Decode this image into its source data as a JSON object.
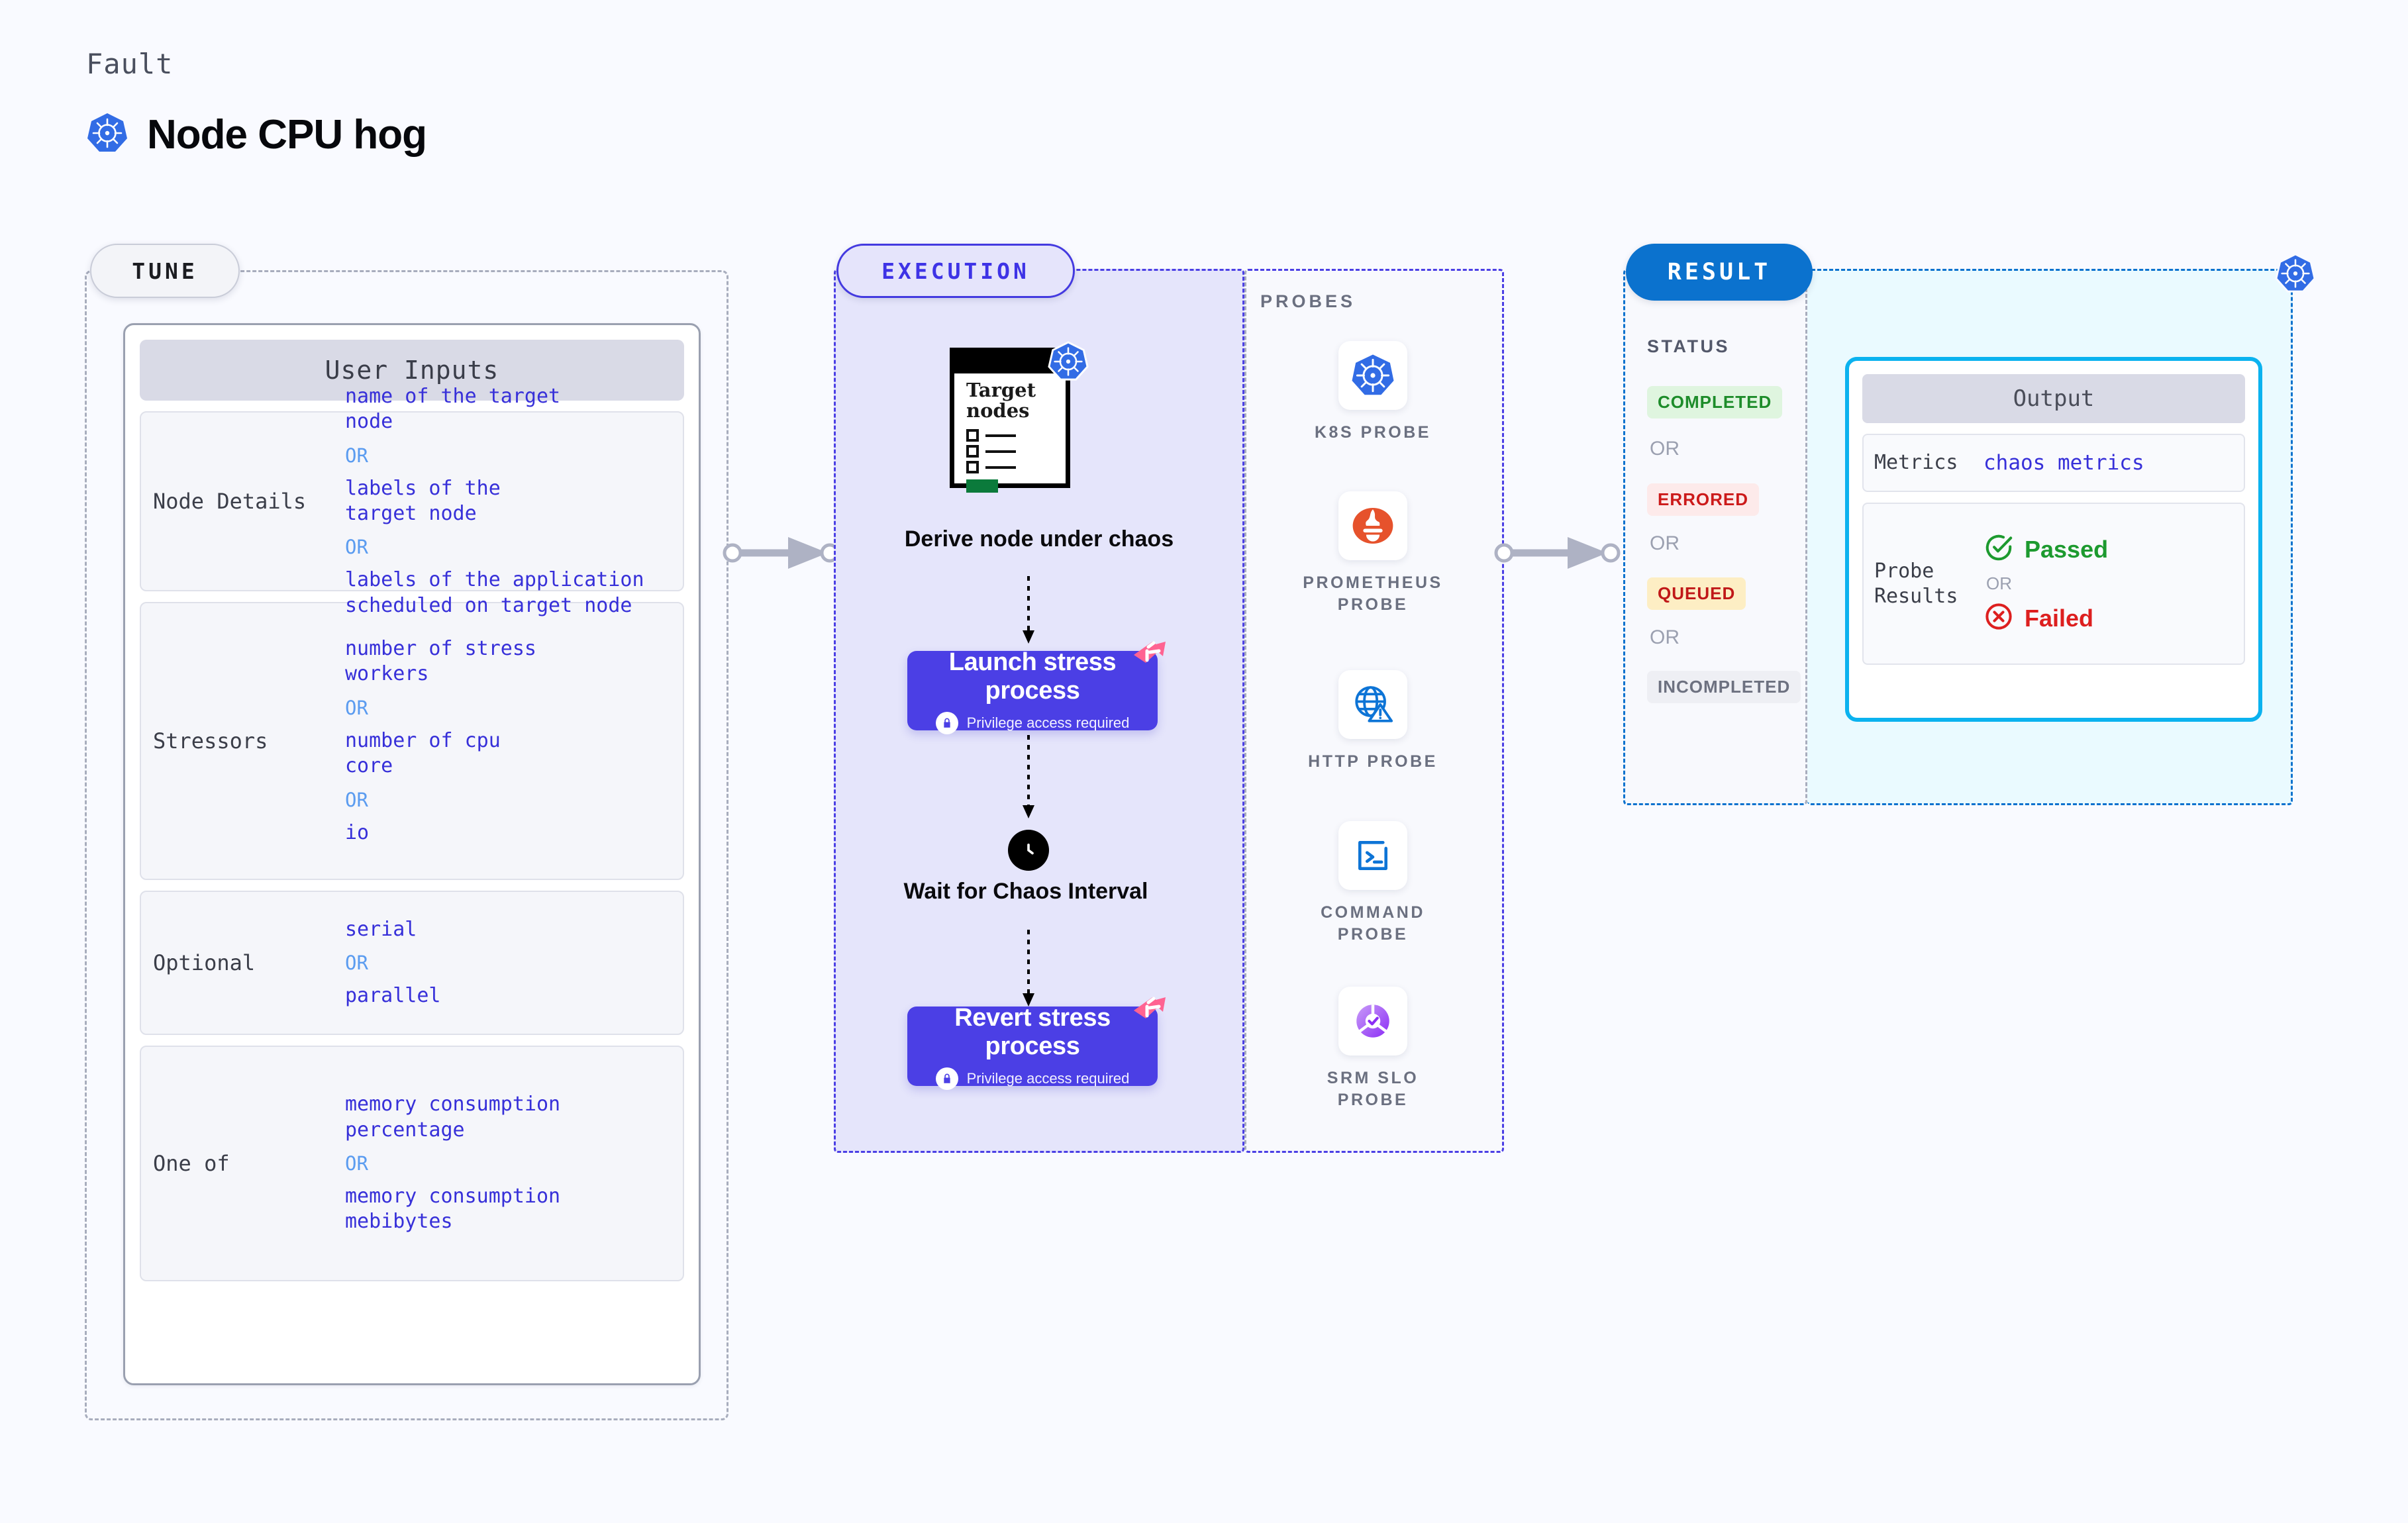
{
  "header": {
    "eyebrow": "Fault",
    "title": "Node CPU hog",
    "icon": "kubernetes-icon"
  },
  "tune": {
    "pill_label": "TUNE",
    "card_title": "User Inputs",
    "rows": [
      {
        "label": "Node Details",
        "values": [
          "name of the target\nnode",
          "OR",
          "labels of the\ntarget node",
          "OR",
          "labels of the application\n scheduled on target node"
        ]
      },
      {
        "label": "Stressors",
        "values": [
          "number of stress\nworkers",
          "OR",
          "number of cpu\ncore",
          "OR",
          "io"
        ]
      },
      {
        "label": "Optional",
        "values": [
          "serial",
          "OR",
          "parallel"
        ]
      },
      {
        "label": "One of",
        "values": [
          "memory consumption\npercentage",
          "OR",
          "memory consumption\nmebibytes"
        ]
      }
    ]
  },
  "execution": {
    "pill_label": "EXECUTION",
    "doc_title": "Target\nnodes",
    "steps": [
      {
        "label": "Derive node under\nchaos",
        "type": "doc"
      },
      {
        "label": "Launch stress\nprocess",
        "sub": "Privilege access required",
        "type": "process"
      },
      {
        "label": "Wait for Chaos\nInterval",
        "type": "clock"
      },
      {
        "label": "Revert stress\nprocess",
        "sub": "Privilege access required",
        "type": "process"
      }
    ]
  },
  "probes": {
    "title": "PROBES",
    "items": [
      {
        "caption": "K8S  PROBE",
        "icon": "kubernetes-icon"
      },
      {
        "caption": "PROMETHEUS\nPROBE",
        "icon": "prometheus-icon"
      },
      {
        "caption": "HTTP  PROBE",
        "icon": "globe-warning-icon"
      },
      {
        "caption": "COMMAND\nPROBE",
        "icon": "terminal-icon"
      },
      {
        "caption": "SRM  SLO\nPROBE",
        "icon": "slo-gauge-icon"
      }
    ]
  },
  "result": {
    "pill_label": "RESULT",
    "status_title": "STATUS",
    "or_label": "OR",
    "statuses": [
      {
        "label": "COMPLETED",
        "bg": "#dff5df",
        "fg": "#1d8c2a"
      },
      {
        "label": "ERRORED",
        "bg": "#fdeaea",
        "fg": "#cc1a1a"
      },
      {
        "label": "QUEUED",
        "bg": "#fdeec4",
        "fg": "#c01818"
      },
      {
        "label": "INCOMPLETED",
        "bg": "#eeeff4",
        "fg": "#6d7180"
      }
    ],
    "output": {
      "title": "Output",
      "metrics_label": "Metrics",
      "metrics_value": "chaos metrics",
      "probe_label": "Probe\nResults",
      "passed": "Passed",
      "failed": "Failed",
      "or_label": "OR"
    }
  },
  "colors": {
    "canvas_bg": "#f9faff",
    "tune_dash": "#a8adbd",
    "execution_accent": "#4b3fe5",
    "execution_bg": "#e5e5fb",
    "result_accent": "#0b72ce",
    "output_bg": "#eafaff",
    "output_border": "#0bb2ef",
    "kubernetes_blue": "#326ce5",
    "value_text": "#3730d9",
    "or_text": "#5b9cf0",
    "chaos_pink": "#ff6392"
  }
}
